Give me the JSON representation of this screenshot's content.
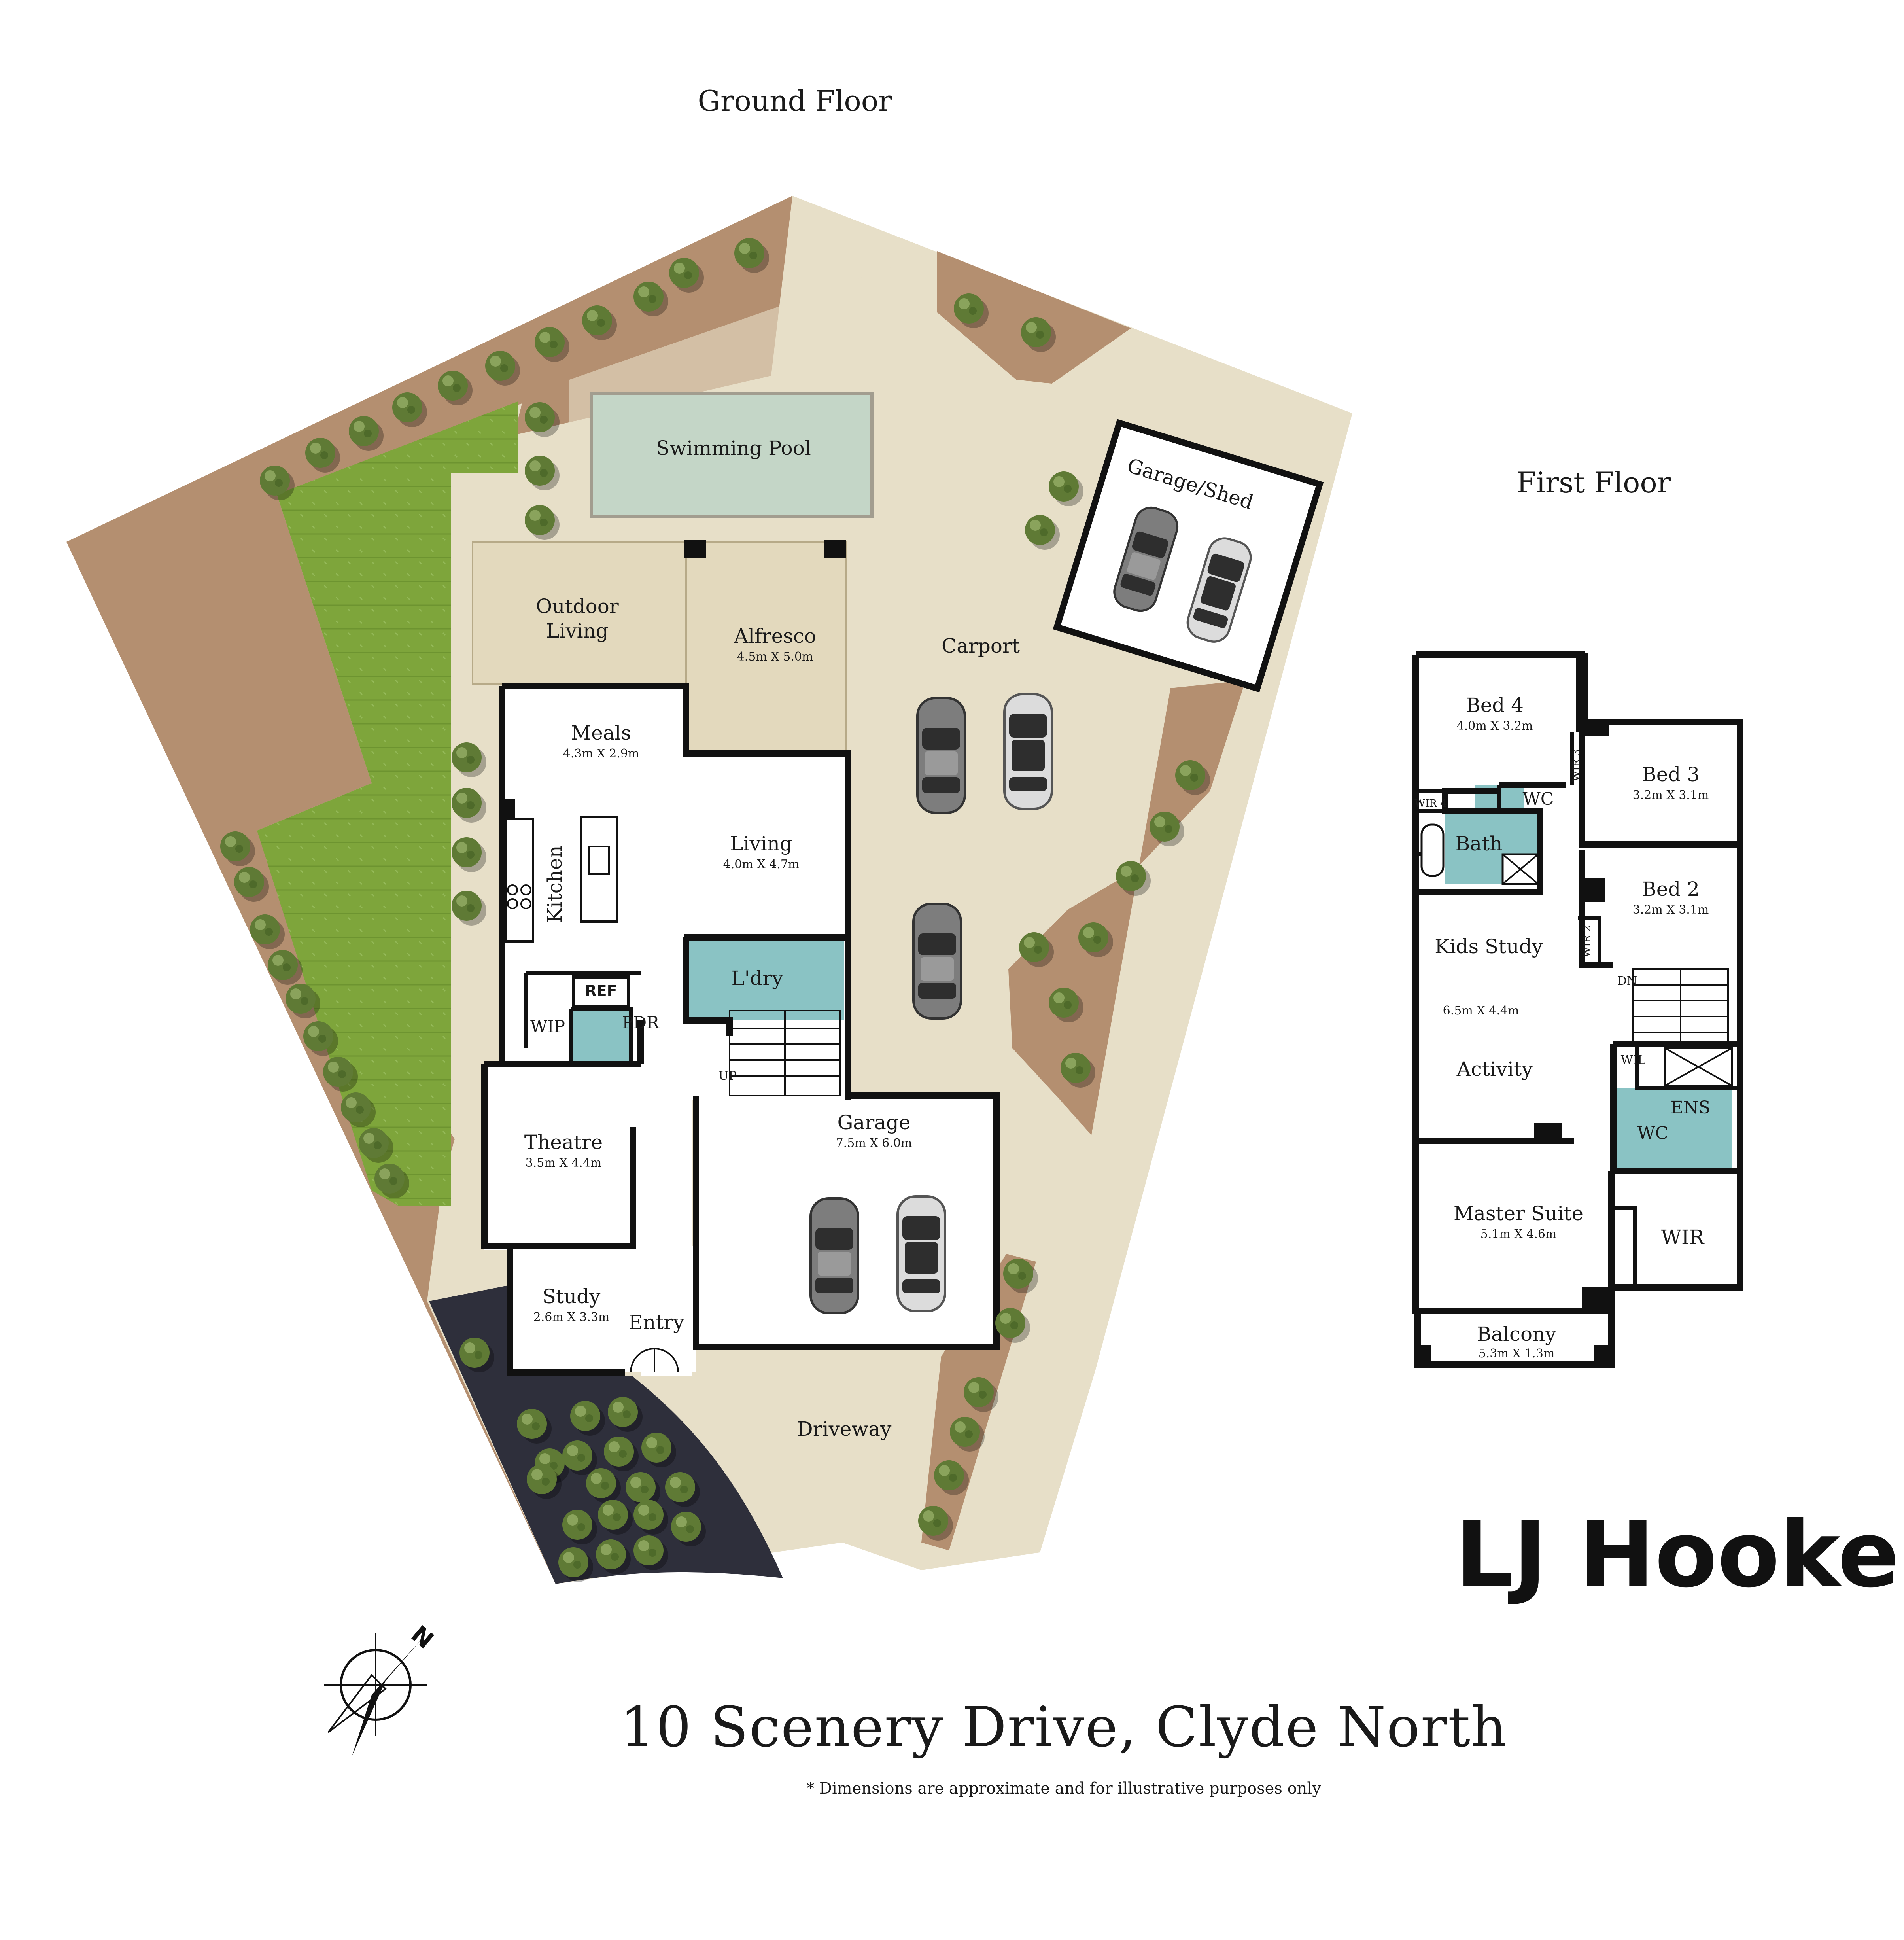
{
  "headings": {
    "ground_floor": "Ground Floor",
    "first_floor": "First Floor"
  },
  "address": "10 Scenery Drive, Clyde North",
  "disclaimer": "* Dimensions are approximate and for illustrative purposes only",
  "brand": "LJ Hooker",
  "compass_label": "N",
  "ground_floor": {
    "swimming_pool": "Swimming Pool",
    "outdoor_living_1": "Outdoor",
    "outdoor_living_2": "Living",
    "alfresco": {
      "name": "Alfresco",
      "dims": "4.5m X 5.0m"
    },
    "carport": "Carport",
    "garage_shed": "Garage/Shed",
    "meals": {
      "name": "Meals",
      "dims": "4.3m X 2.9m"
    },
    "living": {
      "name": "Living",
      "dims": "4.0m X 4.7m"
    },
    "kitchen": "Kitchen",
    "laundry": "L'dry",
    "ref": "REF",
    "wip": "WIP",
    "pdr": "PDR",
    "up": "UP",
    "theatre": {
      "name": "Theatre",
      "dims": "3.5m X 4.4m"
    },
    "garage": {
      "name": "Garage",
      "dims": "7.5m X 6.0m"
    },
    "study": {
      "name": "Study",
      "dims": "2.6m X 3.3m"
    },
    "entry": "Entry",
    "driveway": "Driveway"
  },
  "first_floor": {
    "bed4": {
      "name": "Bed 4",
      "dims": "4.0m X 3.2m"
    },
    "bed3": {
      "name": "Bed 3",
      "dims": "3.2m X 3.1m"
    },
    "bed2": {
      "name": "Bed 2",
      "dims": "3.2m X 3.1m"
    },
    "wir3": "WIR 3",
    "wir4": "WIR 4",
    "wir2": "WIR 2",
    "wc_upper": "WC",
    "bath": "Bath",
    "kids_study": "Kids Study",
    "activity_dims": "6.5m X 4.4m",
    "activity": "Activity",
    "dn": "DN",
    "wil": "WIL",
    "ens": "ENS",
    "wc_lower": "WC",
    "master_suite": {
      "name": "Master Suite",
      "dims": "5.1m X 4.6m"
    },
    "wir": "WIR",
    "balcony": {
      "name": "Balcony",
      "dims": "5.3m X 1.3m"
    }
  }
}
